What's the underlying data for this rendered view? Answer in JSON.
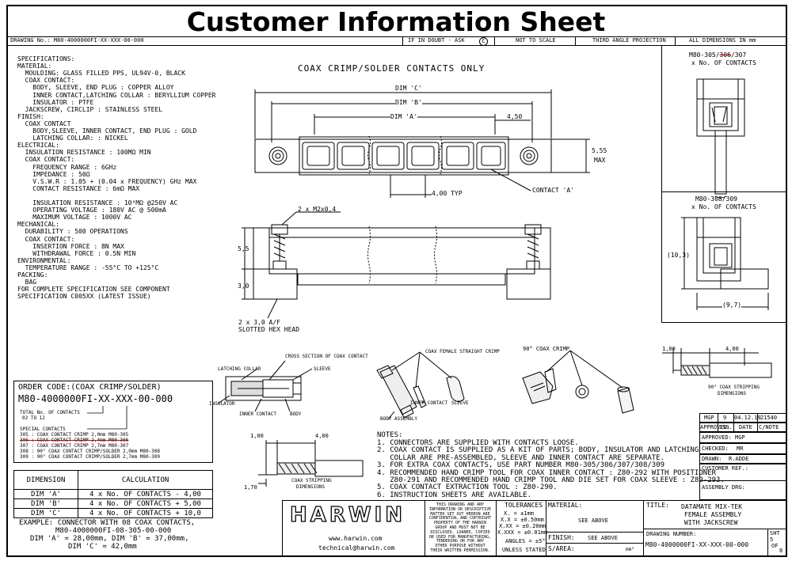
{
  "header": {
    "title": "Customer Information Sheet",
    "drawing_no": "DRAWING No.: M80-4000000FI-XX-XXX-00-000",
    "if_in_doubt": "IF IN DOUBT - ASK",
    "not_to_scale": "NOT TO SCALE",
    "projection": "THIRD ANGLE PROJECTION",
    "dimensions": "ALL DIMENSIONS IN mm"
  },
  "specs": {
    "lines": [
      "SPECIFICATIONS:",
      "MATERIAL:",
      "  MOULDING: GLASS FILLED PPS, UL94V-0, BLACK",
      "  COAX CONTACT:",
      "    BODY, SLEEVE, END PLUG : COPPER ALLOY",
      "    INNER CONTACT,LATCHING COLLAR : BERYLLIUM COPPER",
      "    INSULATOR : PTFE",
      "  JACKSCREW, CIRCLIP : STAINLESS STEEL",
      "FINISH:",
      "  COAX CONTACT",
      "    BODY,SLEEVE, INNER CONTACT, END PLUG : GOLD",
      "    LATCHING COLLAR: : NICKEL",
      "ELECTRICAL:",
      "  INSULATION RESISTANCE : 100MΩ MIN",
      "  COAX CONTACT:",
      "    FREQUENCY RANGE : 6GHz",
      "    IMPEDANCE : 50Ω",
      "    V.S.W.R : 1.05 + (0.04 x FREQUENCY) GHz MAX",
      "    CONTACT RESISTANCE : 6mΩ MAX",
      "",
      "    INSULATION RESISTANCE : 10⁶MΩ @250V AC",
      "    OPERATING VOLTAGE : 180V AC @ 500mA",
      "    MAXIMUM VOLTAGE : 1000V AC",
      "MECHANICAL:",
      "  DURABILITY : 500 OPERATIONS",
      "  COAX CONTACT:",
      "    INSERTION FORCE : 8N MAX",
      "    WITHDRAWAL FORCE : 0.5N MIN",
      "ENVIRONMENTAL:",
      "  TEMPERATURE RANGE : -55°C TO +125°C",
      "PACKING:",
      "  BAG",
      "FOR COMPLETE SPECIFICATION SEE COMPONENT",
      "SPECIFICATION C005XX (LATEST ISSUE)"
    ]
  },
  "drawing": {
    "main_title": "COAX CRIMP/SOLDER CONTACTS ONLY",
    "dim_c": "DIM 'C'",
    "dim_b": "DIM 'B'",
    "dim_a": "DIM 'A'",
    "d_450": "4,50",
    "d_555": "5,55",
    "max": "MAX",
    "d_400_typ": "4,00 TYP",
    "contact_a": "CONTACT 'A'",
    "m2": "2 x M2x0,4",
    "d_55": "5,5",
    "d_30": "3,0",
    "hex1": "2 x 3,0 A/F",
    "hex2": "SLOTTED HEX HEAD",
    "r1_title1": "M80-305/306/307",
    "r1_title2": "x No. OF CONTACTS",
    "r1_struck": "306",
    "r2_title1": "M80-308/309",
    "r2_title2": "x No. OF CONTACTS",
    "d_103": "(10,3)",
    "d_97": "(9,7)"
  },
  "assembly": {
    "cross_section": "CROSS SECTION OF COAX CONTACT",
    "latching_collar": "LATCHING COLLAR",
    "sleeve": "SLEEVE",
    "insulator": "INSULATOR",
    "inner_contact": "INNER CONTACT",
    "body": "BODY",
    "coax_female": "COAX FEMALE STRAIGHT CRIMP",
    "body_assembly": "BODY ASSEMBLY",
    "inner_contact2": "INNER CONTACT",
    "sleeve2": "SLEEVE",
    "coax_crimp90": "90° COAX CRIMP",
    "strip_100": "1,00",
    "strip_400": "4,00",
    "strip_170": "1,70",
    "strip_label1": "COAX STRIPPING",
    "strip_label2": "DIMENSIONS",
    "strip90_100": "1,00",
    "strip90_400": "4,00",
    "strip90_label1": "90° COAX STRIPPING",
    "strip90_label2": "DIMENSIONS"
  },
  "order": {
    "title": "ORDER CODE:(COAX CRIMP/SOLDER)",
    "code": "M80-4000000FI-XX-XXX-00-000",
    "total1": "TOTAL No. OF CONTACTS",
    "total2": "02 TO 12",
    "special": "SPECIAL CONTACTS",
    "c305": "305 : COAX CONTACT CRIMP 2,0mm M80-305",
    "c306": "306 : COAX CONTACT CRIMP 2,4mm M80-306",
    "c307": "307 : COAX CONTACT CRIMP 2,7mm M80-307",
    "c308": "308 : 90° COAX CONTACT CRIMP/SOLDER 2,0mm M80-308",
    "c309": "309 : 90° COAX CONTACT CRIMP/SOLDER 2,7mm M80-309"
  },
  "dim_table": {
    "h_dim": "DIMENSION",
    "h_calc": "CALCULATION",
    "rows": [
      [
        "DIM 'A'",
        "4 x No. OF CONTACTS - 4,00"
      ],
      [
        "DIM 'B'",
        "4 x No. OF CONTACTS + 5,00"
      ],
      [
        "DIM 'C'",
        "4 x No. OF CONTACTS + 10,0"
      ]
    ],
    "ex1": "EXAMPLE: CONNECTOR WITH 08 COAX CONTACTS,",
    "ex2": "M80-4000000FI-08-305-00-000",
    "ex3": "DIM 'A' = 28,00mm, DIM 'B' = 37,00mm,",
    "ex4": "DIM 'C' = 42,0mm"
  },
  "notes": {
    "title": "NOTES:",
    "lines": [
      "1. CONNECTORS ARE SUPPLIED WITH CONTACTS LOOSE.",
      "2. COAX CONTACT IS SUPPLIED AS A KIT OF PARTS; BODY, INSULATOR AND LATCHING",
      "   COLLAR ARE PRE-ASSEMBLED, SLEEVE AND INNER CONTACT ARE SEPARATE.",
      "3. FOR EXTRA COAX CONTACTS, USE PART NUMBER M80-305/306/307/308/309",
      "4. RECOMMENDED HAND CRIMP TOOL FOR COAX INNER CONTACT : Z80-292 WITH POSITIONER",
      "   Z80-291 AND RECOMMENDED HAND CRIMP TOOL AND DIE SET FOR COAX SLEEVE : Z80-293.",
      "5. COAX CONTACT EXTRACTION TOOL : Z80-290.",
      "6. INSTRUCTION SHEETS ARE AVAILABLE."
    ]
  },
  "revision": {
    "row": [
      "MGP",
      "9",
      "04.12.19",
      "21540"
    ],
    "headers": [
      "APPROVED:",
      "ISS.",
      "DATE",
      "C/NOTE"
    ],
    "approved": "MGP",
    "checked_label": "CHECKED:",
    "checked": "MR",
    "drawn_label": "DRAWN:",
    "drawn": "R.ADDE",
    "customer_ref": "CUSTOMER REF.:",
    "assembly_drg": "ASSEMBLY DRG:"
  },
  "title_block": {
    "logo": "HARWIN",
    "website": "www.harwin.com",
    "email": "technical@harwin.com",
    "disclaimer": [
      "THIS DRAWING AND ANY",
      "INFORMATION OR DESCRIPTIVE",
      "MATTER SET OUT HEREON ARE",
      "CONFIDENTIAL AND COPYRIGHT",
      "PROPERTY OF THE HARWIN",
      "GROUP AND MUST NOT BE",
      "DISCLOSED, LOANED, COPIED",
      "OR USED FOR MANUFACTURING,",
      "TENDERING OR FOR ANY",
      "OTHER PURPOSE WITHOUT",
      "THEIR WRITTEN PERMISSION."
    ],
    "tolerances": "TOLERANCES",
    "tol_x": "X. = ±1mm",
    "tol_xx": "X.X = ±0.50mm",
    "tol_xxx": "X.XX = ±0.20mm",
    "tol_xxxx": "X.XXX = ±0.01mm",
    "angles": "ANGLES = ±5°",
    "unless": "UNLESS STATED",
    "material_label": "MATERIAL:",
    "material_value": "SEE ABOVE",
    "finish_label": "FINISH:",
    "finish_value": "SEE ABOVE",
    "area_label": "S/AREA:",
    "area_unit": "mm²",
    "title_label": "TITLE:",
    "title1": "DATAMATE MIX-TEK",
    "title2": "FEMALE ASSEMBLY",
    "title3": "WITH JACKSCREW",
    "drawing_number_label": "DRAWING NUMBER:",
    "drawing_number": "M80-4000000FI-XX-XXX-00-000",
    "sht_label": "SHT",
    "sht": "5",
    "of_label": "OF",
    "of": "8"
  }
}
